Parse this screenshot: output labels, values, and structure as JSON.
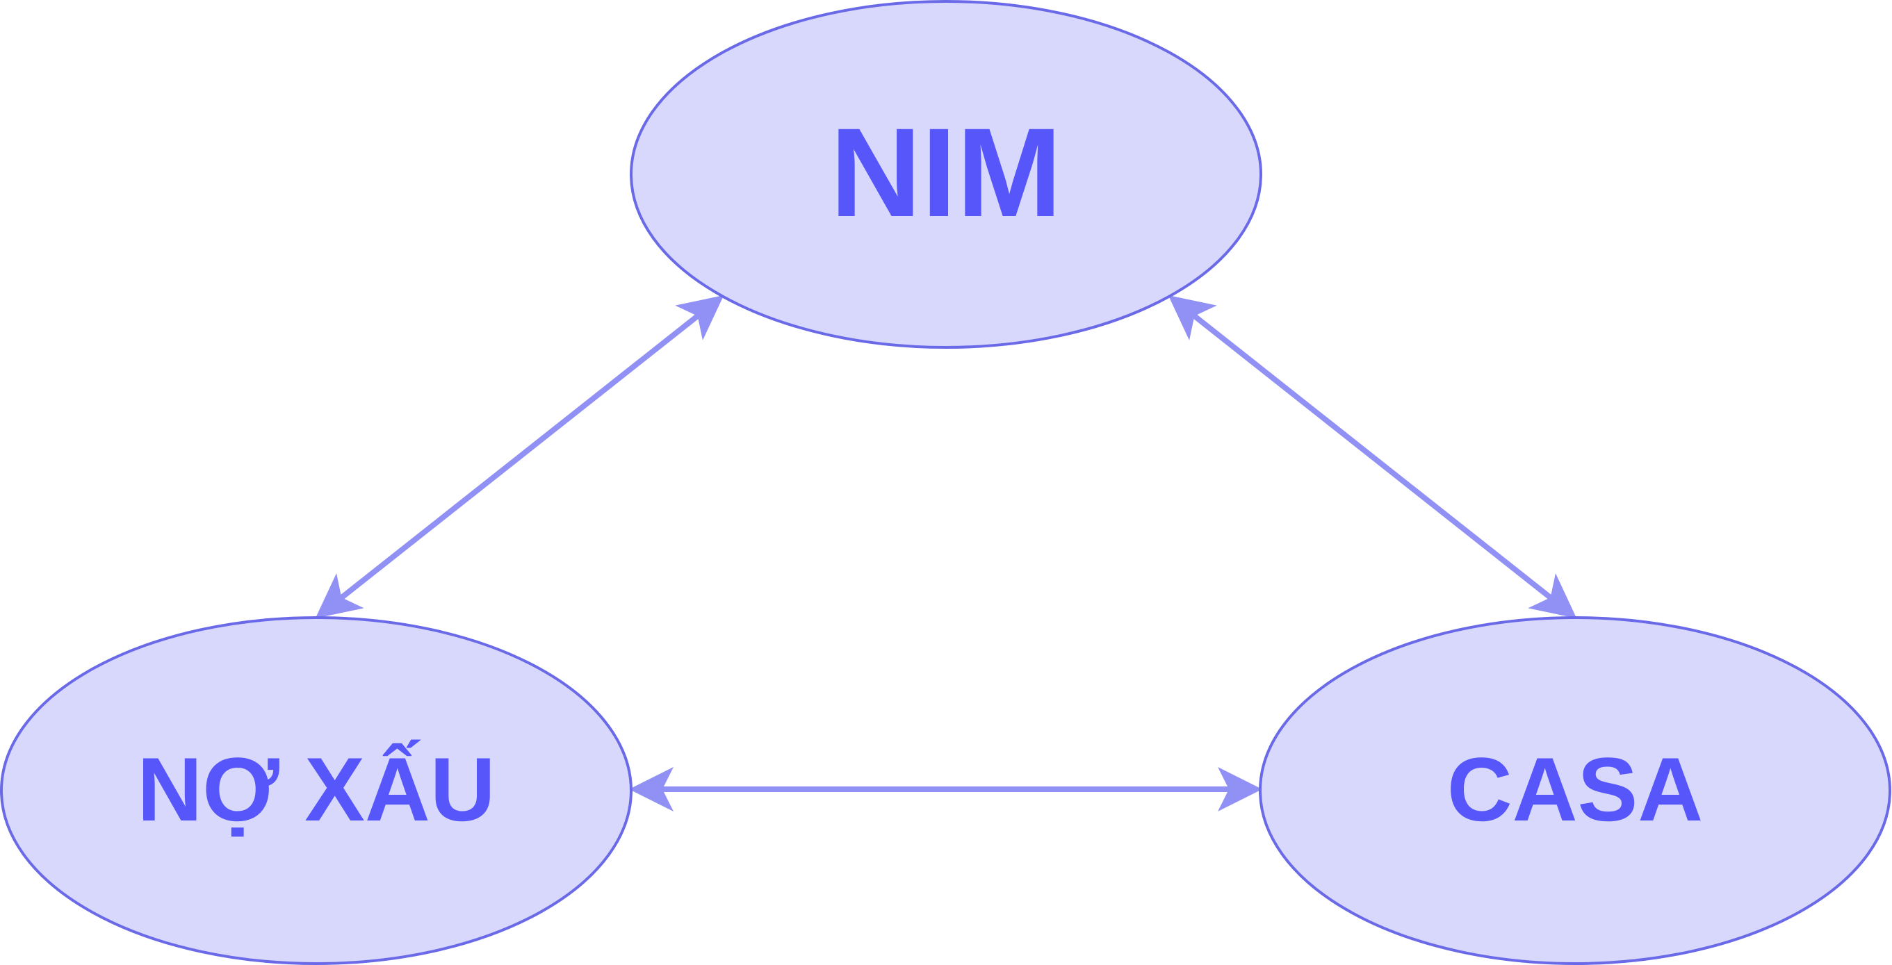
{
  "colors": {
    "node_fill": "#d8d8fd",
    "node_stroke": "#6a6ae8",
    "label": "#5656fb",
    "edge": "#9090f5"
  },
  "nodes": {
    "top": {
      "label": "NIM"
    },
    "left": {
      "label": "NỢ XẤU"
    },
    "right": {
      "label": "CASA"
    }
  },
  "edges": [
    {
      "from": "top",
      "to": "left",
      "style": "bidirectional-arrow"
    },
    {
      "from": "top",
      "to": "right",
      "style": "bidirectional-arrow"
    },
    {
      "from": "left",
      "to": "right",
      "style": "bidirectional-arrow"
    }
  ]
}
